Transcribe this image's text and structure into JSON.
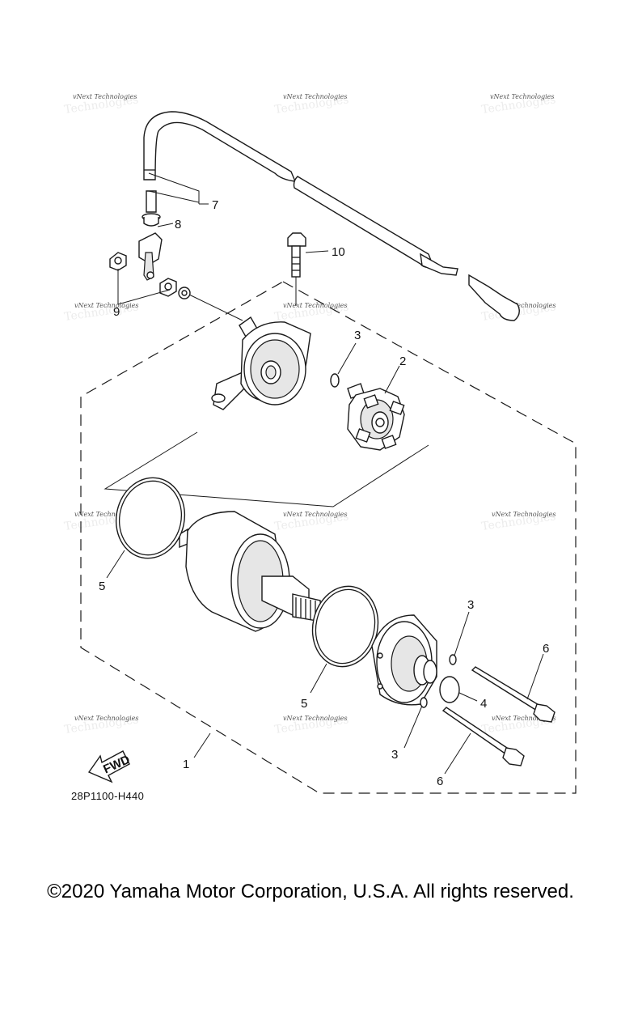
{
  "diagram": {
    "callouts": [
      "1",
      "2",
      "3",
      "3",
      "3",
      "4",
      "5",
      "5",
      "6",
      "6",
      "7",
      "8",
      "9",
      "10"
    ],
    "fwd_label": "FWD",
    "ref_code": "28P1100-H440",
    "watermark": "vNext Technologies"
  },
  "footer": {
    "copyright": "©2020 Yamaha Motor Corporation, U.S.A. All rights reserved."
  }
}
